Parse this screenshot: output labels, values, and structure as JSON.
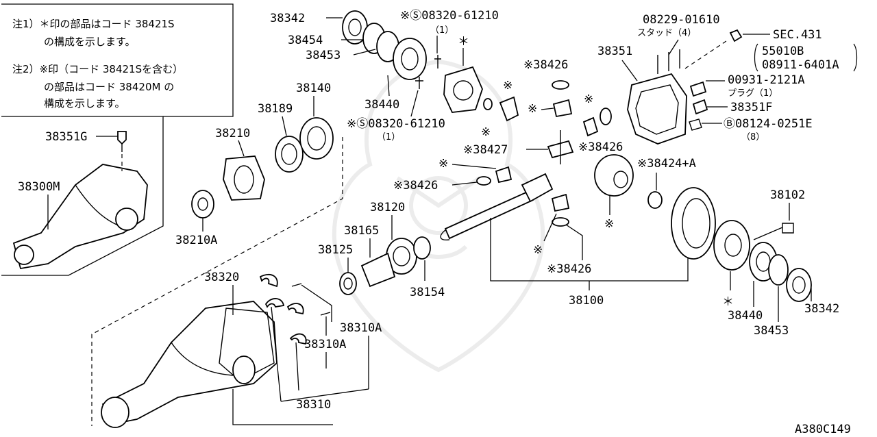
{
  "notes": {
    "note1_line1": "注1）＊印の部品はコード 38421S",
    "note1_line2": "の構成を示します。",
    "note2_line1": "注2）※印（コード 38421Sを含む）",
    "note2_line2": "の部品はコード 38420M の",
    "note2_line3": "構成を示します。"
  },
  "labels": {
    "l38342_top": "38342",
    "l38454": "38454",
    "l38453_top": "38453",
    "l38440_top": "38440",
    "l08320_top": "※Ⓢ08320-61210",
    "l08320_top_qty": "（1）",
    "l08320_bot": "※Ⓢ08320-61210",
    "l08320_bot_qty": "（1）",
    "l38140": "38140",
    "l38189": "38189",
    "l38210": "38210",
    "l38210A": "38210A",
    "l38351G": "38351G",
    "l38300M": "38300M",
    "l38426_a": "※38426",
    "l38426_b": "※38426",
    "l38426_c": "※38426",
    "l38426_d": "※38426",
    "l38427": "※38427",
    "l38424A": "※38424+A",
    "l38120": "38120",
    "l38165": "38165",
    "l38125": "38125",
    "l38154": "38154",
    "l38100": "38100",
    "l38320": "38320",
    "l38310A_a": "38310A",
    "l38310A_b": "38310A",
    "l38310": "38310",
    "l08229": "08229-01610",
    "l08229_sub": "スタッド（4）",
    "l38351": "38351",
    "lSEC431": "SEC.431",
    "l55010B": "55010B",
    "l08911": "08911-6401A",
    "l00931": "00931-2121A",
    "l00931_sub": "プラグ（1）",
    "l38351F": "38351F",
    "l08124": "Ⓑ08124-0251E",
    "l08124_qty": "（8）",
    "l38102": "38102",
    "l38440_bot": "38440",
    "l38453_bot": "38453",
    "l38342_bot": "38342",
    "diagram_code": "A380C149"
  },
  "markers": {
    "star": "＊",
    "kome": "※"
  }
}
